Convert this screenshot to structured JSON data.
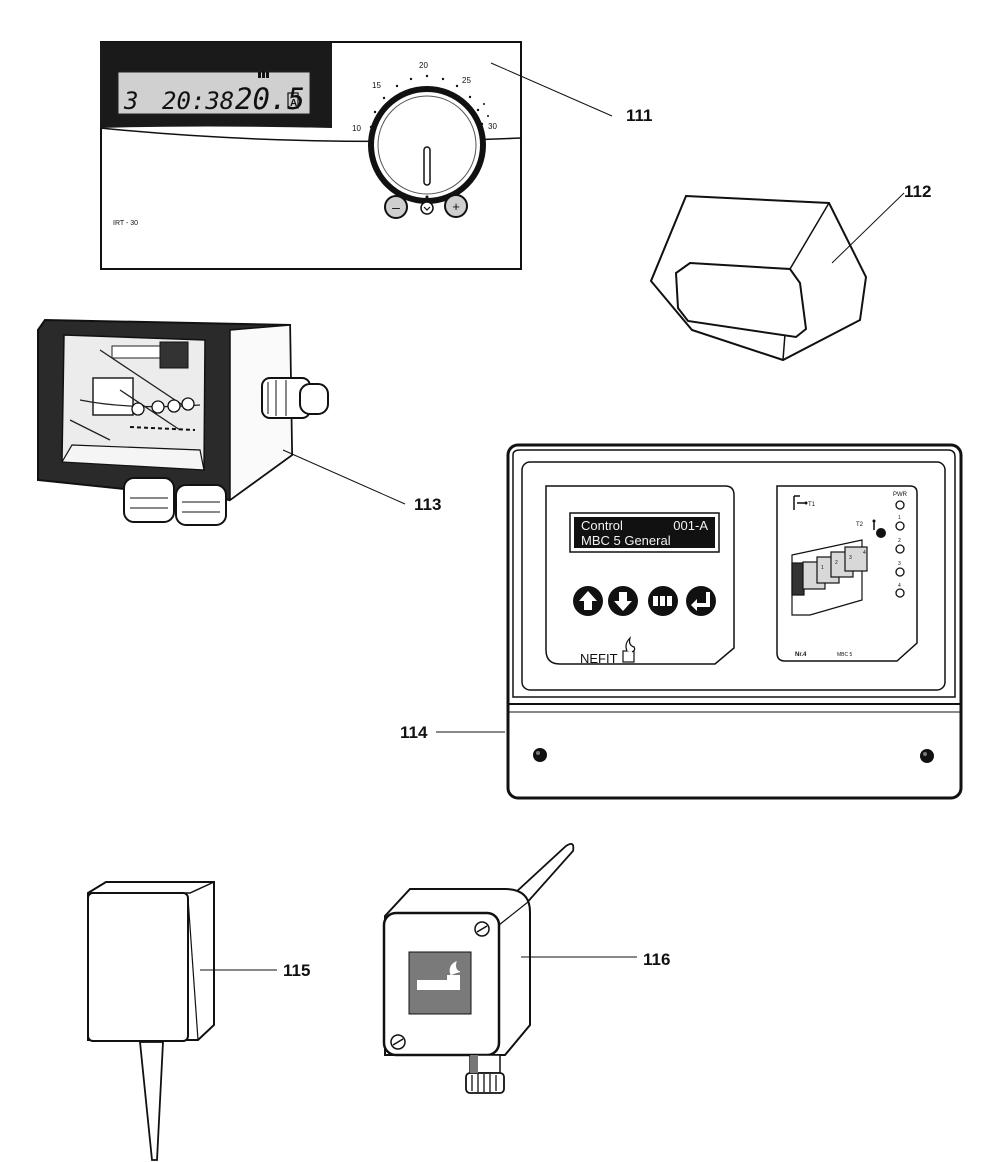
{
  "references": {
    "r111": "111",
    "r112": "112",
    "r113": "113",
    "r114": "114",
    "r115": "115",
    "r116": "116"
  },
  "thermostat": {
    "lcd_day": "3",
    "lcd_time": "20:38",
    "lcd_temp": "20.5",
    "lcd_mode": "A",
    "dial_ticks": [
      "10",
      "15",
      "20",
      "25",
      "30"
    ],
    "minus_label": "–",
    "plus_label": "+",
    "model": "IRT - 30"
  },
  "controller": {
    "display_line1_left": "Control",
    "display_line1_right": "001-A",
    "display_line2": "MBC 5 General",
    "brand": "NEFIT",
    "t1_label": "T1",
    "t2_label": "T2",
    "pwr_label": "PWR",
    "led_labels": [
      "1",
      "2",
      "3",
      "4"
    ],
    "stage_labels": [
      "1",
      "2",
      "3",
      "4"
    ],
    "footer_left": "Nr.4",
    "footer_right": "MBC 5",
    "key_icons": [
      "arrow-up-icon",
      "arrow-down-icon",
      "menu-icon",
      "enter-icon"
    ]
  }
}
